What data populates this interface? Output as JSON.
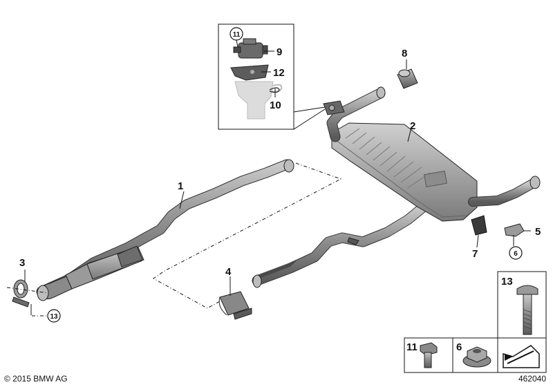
{
  "callouts": {
    "p1": "1",
    "p2": "2",
    "p3": "3",
    "p4": "4",
    "p5": "5",
    "p6": "6",
    "p7": "7",
    "p8": "8",
    "p9": "9",
    "p10": "10",
    "p11": "11",
    "p12": "12",
    "p13": "13"
  },
  "legend": {
    "item13": "13",
    "item11": "11",
    "item6": "6"
  },
  "footer": {
    "copyright": "© 2015 BMW AG",
    "diagram_id": "462040"
  },
  "colors": {
    "part_fill": "#8c8c8c",
    "part_dark": "#5d5d5d",
    "line": "#111111",
    "ghost": "#d9d9d9"
  }
}
